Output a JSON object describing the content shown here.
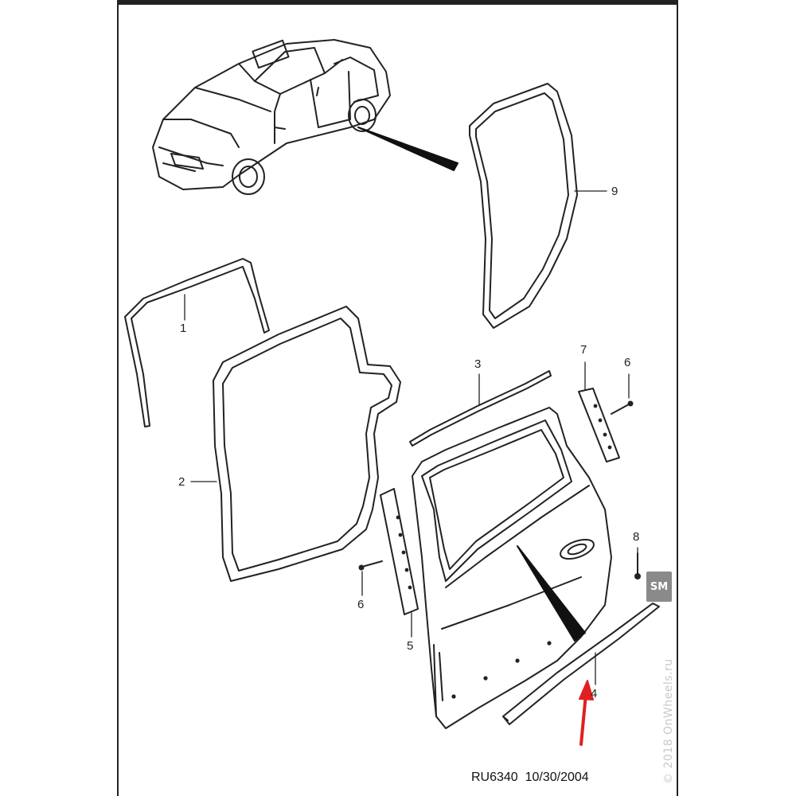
{
  "diagram": {
    "callouts": [
      {
        "id": "1",
        "label": "1"
      },
      {
        "id": "2",
        "label": "2"
      },
      {
        "id": "3",
        "label": "3"
      },
      {
        "id": "4",
        "label": "4"
      },
      {
        "id": "5",
        "label": "5"
      },
      {
        "id": "6a",
        "label": "6"
      },
      {
        "id": "6b",
        "label": "6"
      },
      {
        "id": "7",
        "label": "7"
      },
      {
        "id": "8",
        "label": "8"
      },
      {
        "id": "9",
        "label": "9"
      }
    ],
    "reference": "RU6340  10/30/2004",
    "watermark": "© 2018 OnWheels.ru",
    "badge": "SM",
    "colors": {
      "line": "#222222",
      "arrow": "#e02020",
      "frame": "#222222",
      "watermark": "#c9c9c9"
    }
  }
}
